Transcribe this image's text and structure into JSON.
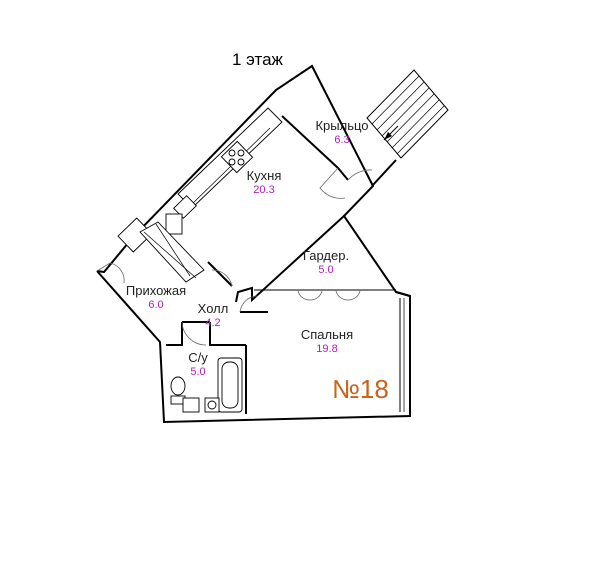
{
  "title": "1 этаж",
  "unit": "№18",
  "colors": {
    "area": "#b01fb8",
    "unit": "#c8621a",
    "wall": "#000000"
  },
  "rooms": [
    {
      "id": "kukhnya",
      "name": "Кухня",
      "area": "20.3"
    },
    {
      "id": "krylco",
      "name": "Крыльцо",
      "area": "6.3"
    },
    {
      "id": "garder",
      "name": "Гардер.",
      "area": "5.0"
    },
    {
      "id": "prikhozhaya",
      "name": "Прихожая",
      "area": "6.0"
    },
    {
      "id": "holl",
      "name": "Холл",
      "area": "4.2"
    },
    {
      "id": "su",
      "name": "С/у",
      "area": "5.0"
    },
    {
      "id": "spalnya",
      "name": "Спальня",
      "area": "19.8"
    }
  ]
}
